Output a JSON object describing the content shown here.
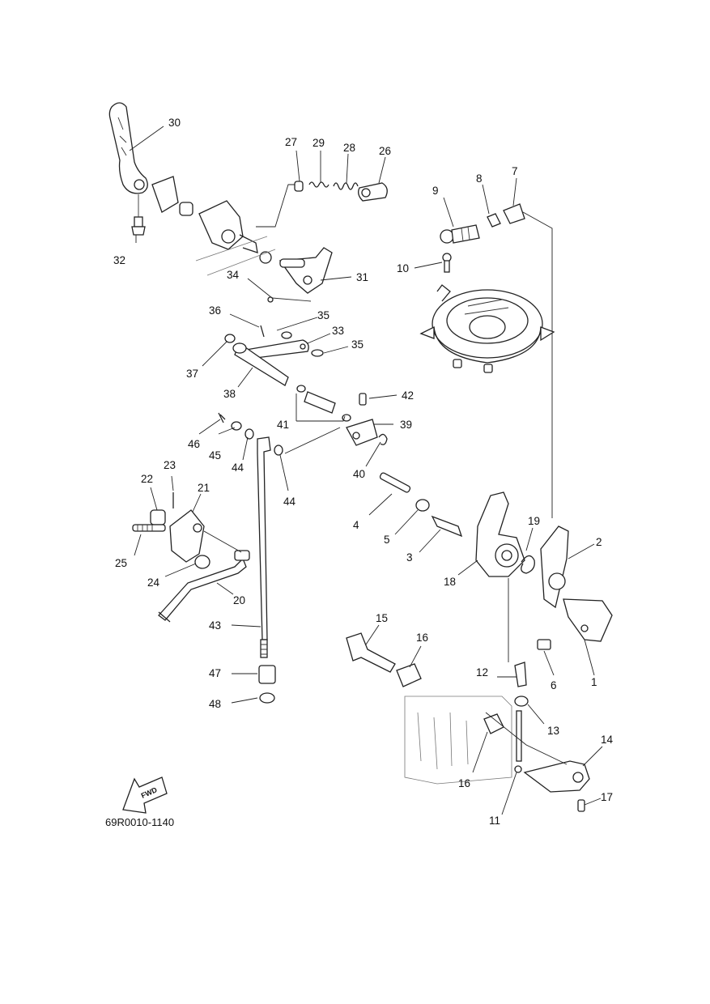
{
  "diagram_code": "69R0010-1140",
  "fwd_label": "FWD",
  "labels": {
    "1": "1",
    "2": "2",
    "3": "3",
    "4": "4",
    "5": "5",
    "6": "6",
    "7": "7",
    "8": "8",
    "9": "9",
    "10": "10",
    "11": "11",
    "12": "12",
    "13": "13",
    "14": "14",
    "15": "15",
    "16a": "16",
    "16b": "16",
    "17": "17",
    "18": "18",
    "19": "19",
    "20": "20",
    "21": "21",
    "22": "22",
    "23": "23",
    "24": "24",
    "25": "25",
    "26": "26",
    "27": "27",
    "28": "28",
    "29": "29",
    "30": "30",
    "31": "31",
    "32": "32",
    "33": "33",
    "34": "34",
    "35a": "35",
    "35b": "35",
    "36": "36",
    "37": "37",
    "38": "38",
    "39": "39",
    "40": "40",
    "41": "41",
    "42": "42",
    "43": "43",
    "44a": "44",
    "44b": "44",
    "45": "45",
    "46": "46",
    "47": "47",
    "48": "48"
  }
}
